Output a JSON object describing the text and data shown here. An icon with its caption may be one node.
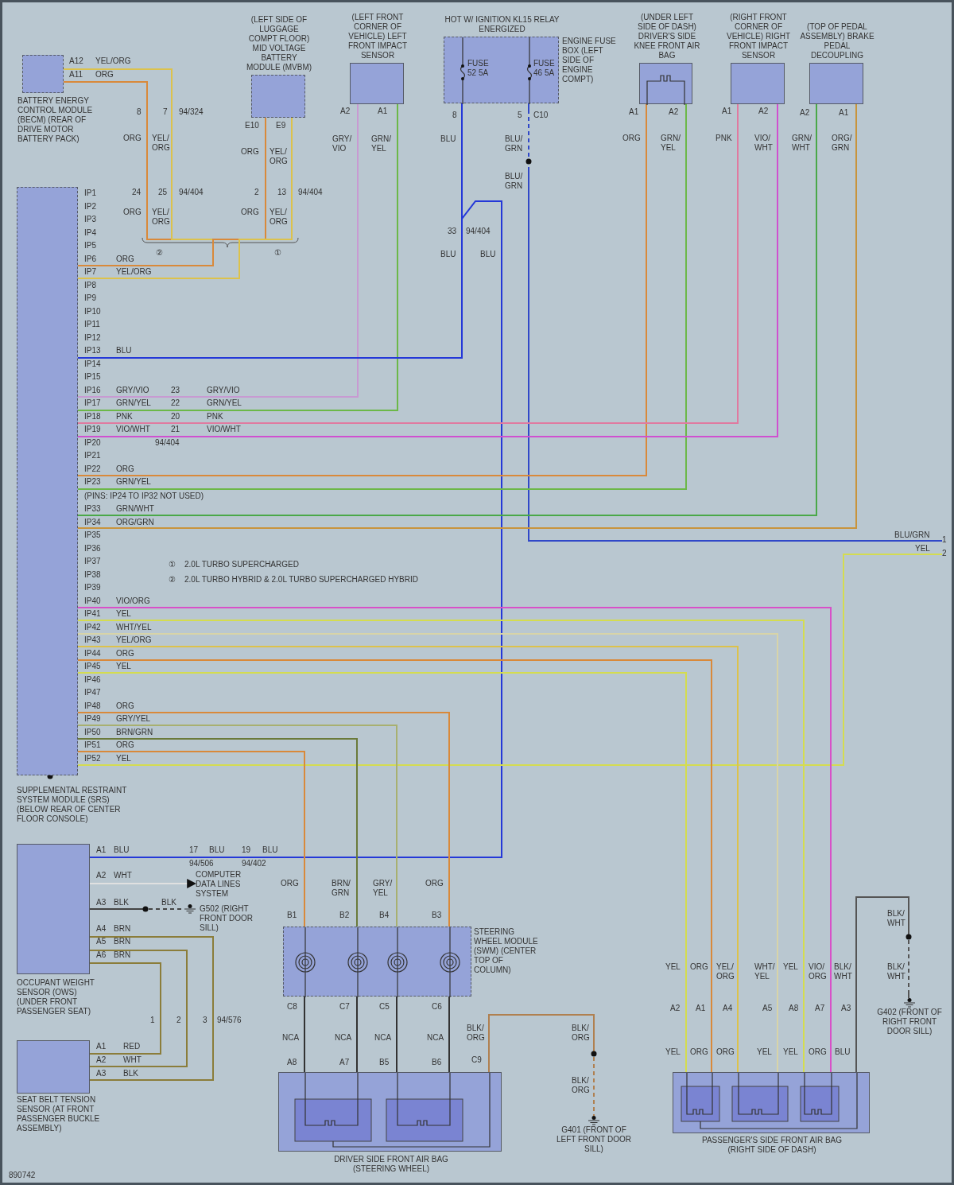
{
  "diagram": {
    "nodes": [
      {
        "text": [
          "BATTERY ENERGY CONTROL MODULE (BECM) (REAR OF DRIVE MOTOR BATTERY PACK)"
        ]
      },
      {
        "text": [
          "(LEFT SIDE OF LUGGAGE COMPT FLOOR) MID VOLTAGE BATTERY MODULE (MVBM)"
        ]
      },
      {
        "text": [
          "(LEFT FRONT CORNER OF VEHICLE) LEFT FRONT IMPACT SENSOR"
        ]
      },
      {
        "text": [
          "HOT W/ IGNITION KL15 RELAY ENERGIZED",
          "FUSE 52 5A",
          "FUSE 46 5A",
          "ENGINE FUSE BOX (LEFT SIDE OF ENGINE COMPT)"
        ]
      },
      {
        "text": [
          "(UNDER LEFT SIDE OF DASH) DRIVER'S SIDE KNEE FRONT AIR BAG"
        ]
      },
      {
        "text": [
          "(RIGHT FRONT CORNER OF VEHICLE) RIGHT FRONT IMPACT SENSOR"
        ]
      },
      {
        "text": [
          "(TOP OF PEDAL ASSEMBLY) BRAKE PEDAL DECOUPLING"
        ]
      },
      {
        "text": [
          "SUPPLEMENTAL RESTRAINT SYSTEM MODULE (SRS) (BELOW REAR OF CENTER FLOOR CONSOLE)"
        ]
      },
      {
        "text": [
          "OCCUPANT WEIGHT SENSOR (OWS) (UNDER FRONT PASSENGER SEAT)"
        ]
      },
      {
        "text": [
          "SEAT BELT TENSION SENSOR (AT FRONT PASSENGER BUCKLE ASSEMBLY)"
        ]
      },
      {
        "text": [
          "COMPUTER DATA LINES SYSTEM"
        ]
      },
      {
        "text": [
          "G502 (RIGHT FRONT DOOR SILL)"
        ]
      },
      {
        "text": [
          "STEERING WHEEL MODULE (SWM) (CENTER TOP OF COLUMN)"
        ]
      },
      {
        "text": [
          "DRIVER SIDE FRONT AIR BAG (STEERING WHEEL)"
        ]
      },
      {
        "text": [
          "G401 (FRONT OF LEFT FRONT DOOR SILL)"
        ]
      },
      {
        "text": [
          "PASSENGER'S SIDE FRONT AIR BAG (RIGHT SIDE OF DASH)"
        ]
      },
      {
        "text": [
          "G402 (FRONT OF RIGHT FRONT DOOR SILL)"
        ]
      },
      {
        "text": [
          "1"
        ]
      },
      {
        "text": [
          "2"
        ]
      }
    ],
    "edges": [
      {
        "from": 0,
        "to": 7,
        "arrow": "none",
        "color": "#d9893a"
      },
      {
        "from": 0,
        "to": 7,
        "arrow": "none",
        "color": "#dcc24c"
      },
      {
        "from": 1,
        "to": 7,
        "arrow": "none",
        "color": "#d9893a"
      },
      {
        "from": 1,
        "to": 7,
        "arrow": "none",
        "color": "#dcc24c"
      },
      {
        "from": 2,
        "to": 7,
        "arrow": "none",
        "color": "#c89ad2"
      },
      {
        "from": 2,
        "to": 7,
        "arrow": "none",
        "color": "#6cb848"
      },
      {
        "from": 3,
        "to": 7,
        "arrow": "none",
        "color": "#2438d8"
      },
      {
        "from": 3,
        "to": 8,
        "arrow": "none",
        "color": "#2438d8"
      },
      {
        "from": 3,
        "to": 17,
        "arrow": "none",
        "label": "BLU/GRN",
        "style": "dashed",
        "color": "#3048c8"
      },
      {
        "from": 4,
        "to": 7,
        "arrow": "none",
        "color": "#d9893a"
      },
      {
        "from": 4,
        "to": 7,
        "arrow": "none",
        "color": "#6cb848"
      },
      {
        "from": 5,
        "to": 7,
        "arrow": "none",
        "color": "#e07aa0"
      },
      {
        "from": 5,
        "to": 7,
        "arrow": "none",
        "color": "#d050d0"
      },
      {
        "from": 6,
        "to": 7,
        "arrow": "none",
        "color": "#4aa848"
      },
      {
        "from": 6,
        "to": 7,
        "arrow": "none",
        "color": "#c8943c"
      },
      {
        "from": 18,
        "to": 7,
        "arrow": "none",
        "label": "YEL",
        "color": "#d4dc50"
      },
      {
        "from": 7,
        "to": 15,
        "arrow": "none",
        "color": "#d850c8"
      },
      {
        "from": 7,
        "to": 15,
        "arrow": "none",
        "color": "#d4dc50"
      },
      {
        "from": 7,
        "to": 15,
        "arrow": "none",
        "color": "#d8d4a8"
      },
      {
        "from": 7,
        "to": 15,
        "arrow": "none",
        "color": "#dcc24c"
      },
      {
        "from": 7,
        "to": 15,
        "arrow": "none",
        "color": "#d9893a"
      },
      {
        "from": 7,
        "to": 15,
        "arrow": "none",
        "color": "#d4dc50"
      },
      {
        "from": 7,
        "to": 12,
        "arrow": "none",
        "color": "#d9893a"
      },
      {
        "from": 7,
        "to": 12,
        "arrow": "none",
        "color": "#a8b070"
      },
      {
        "from": 7,
        "to": 12,
        "arrow": "none",
        "color": "#6a7a3a"
      },
      {
        "from": 7,
        "to": 12,
        "arrow": "none",
        "color": "#d9893a"
      },
      {
        "from": 12,
        "to": 13,
        "arrow": "none",
        "color": "#333333"
      },
      {
        "from": 12,
        "to": 13,
        "arrow": "none",
        "color": "#333333"
      },
      {
        "from": 12,
        "to": 13,
        "arrow": "none",
        "color": "#333333"
      },
      {
        "from": 12,
        "to": 13,
        "arrow": "none",
        "color": "#333333"
      },
      {
        "from": 13,
        "to": 14,
        "arrow": "none",
        "style": "dashed",
        "color": "#b08050"
      },
      {
        "from": 15,
        "to": 16,
        "arrow": "none",
        "style": "dashed",
        "color": "#555555"
      },
      {
        "from": 8,
        "to": 10,
        "arrow": "to",
        "color": "#e0e0e0"
      },
      {
        "from": 8,
        "to": 11,
        "arrow": "none",
        "style": "dashed",
        "color": "#444444"
      },
      {
        "from": 8,
        "to": 9,
        "arrow": "none",
        "color": "#8b7d3a"
      },
      {
        "from": 8,
        "to": 9,
        "arrow": "none",
        "color": "#8b7d3a"
      },
      {
        "from": 8,
        "to": 9,
        "arrow": "none",
        "color": "#8b7d3a"
      }
    ],
    "labels": [
      "A12",
      "YEL/ORG",
      "A11",
      "ORG",
      "8",
      "7",
      "94/324",
      "ORG",
      "YEL/ ORG",
      "24",
      "25",
      "94/404",
      "ORG",
      "YEL/ ORG",
      "②",
      "E10",
      "E9",
      "ORG",
      "YEL/ ORG",
      "2",
      "13",
      "94/404",
      "ORG",
      "YEL/ ORG",
      "①",
      "A2",
      "A1",
      "GRY/ VIO",
      "GRN/ YEL",
      "8",
      "5",
      "C10",
      "BLU",
      "BLU/ GRN",
      "BLU/ GRN",
      "33",
      "94/404",
      "BLU",
      "BLU",
      "A1",
      "A2",
      "ORG",
      "GRN/ YEL",
      "A1",
      "A2",
      "PNK",
      "VIO/ WHT",
      "A2",
      "A1",
      "GRN/ WHT",
      "ORG/ GRN",
      "IP1",
      "IP2",
      "IP3",
      "IP4",
      "IP5",
      "IP6",
      "ORG",
      "IP7",
      "YEL/ORG",
      "IP8",
      "IP9",
      "IP10",
      "IP11",
      "IP12",
      "IP13",
      "BLU",
      "IP14",
      "IP15",
      "IP16",
      "GRY/VIO",
      "23",
      "GRY/VIO",
      "IP17",
      "GRN/YEL",
      "22",
      "GRN/YEL",
      "IP18",
      "PNK",
      "20",
      "PNK",
      "IP19",
      "VIO/WHT",
      "21",
      "VIO/WHT",
      "IP20",
      "94/404",
      "IP21",
      "IP22",
      "ORG",
      "IP23",
      "GRN/YEL",
      "(PINS: IP24 TO IP32 NOT USED)",
      "IP33",
      "GRN/WHT",
      "IP34",
      "ORG/GRN",
      "IP35",
      "IP36",
      "IP37",
      "①",
      "2.0L TURBO SUPERCHARGED",
      "IP38",
      "②",
      "2.0L TURBO HYBRID & 2.0L TURBO SUPERCHARGED HYBRID",
      "IP39",
      "IP40",
      "VIO/ORG",
      "IP41",
      "YEL",
      "IP42",
      "WHT/YEL",
      "IP43",
      "YEL/ORG",
      "IP44",
      "ORG",
      "IP45",
      "YEL",
      "IP46",
      "IP47",
      "IP48",
      "ORG",
      "IP49",
      "GRY/YEL",
      "IP50",
      "BRN/GRN",
      "IP51",
      "ORG",
      "IP52",
      "YEL",
      "A1",
      "BLU",
      "17",
      "BLU",
      "19",
      "BLU",
      "94/506",
      "94/402",
      "A2",
      "WHT",
      "A3",
      "BLK",
      "BLK",
      "A4",
      "BRN",
      "A5",
      "BRN",
      "A6",
      "BRN",
      "1",
      "2",
      "3",
      "94/576",
      "A1",
      "RED",
      "A2",
      "WHT",
      "A3",
      "BLK",
      "ORG",
      "BRN/ GRN",
      "GRY/ YEL",
      "ORG",
      "B1",
      "B2",
      "B4",
      "B3",
      "C8",
      "C7",
      "C5",
      "C6",
      "NCA",
      "NCA",
      "NCA",
      "NCA",
      "A8",
      "A7",
      "B5",
      "B6",
      "BLK/ ORG",
      "C9",
      "BLK/ ORG",
      "BLK/ ORG",
      "YEL",
      "ORG",
      "YEL/ ORG",
      "WHT/ YEL",
      "YEL",
      "VIO/ ORG",
      "BLK/ WHT",
      "A2",
      "A1",
      "A4",
      "A5",
      "A8",
      "A7",
      "A3",
      "YEL",
      "ORG",
      "ORG",
      "YEL",
      "YEL",
      "ORG",
      "BLU",
      "BLK/ WHT",
      "BLK/ WHT",
      "890742"
    ]
  }
}
